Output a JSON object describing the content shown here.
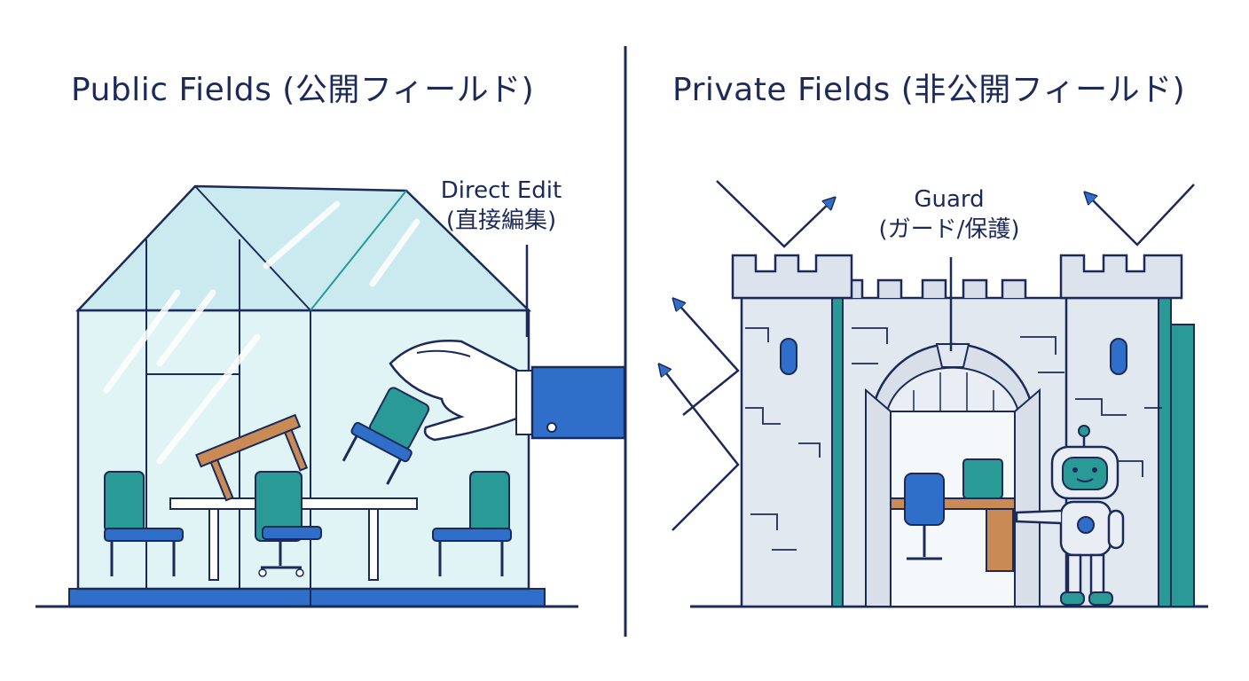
{
  "left_panel": {
    "title": "Public Fields (公開フィールド)",
    "annotation_line1": "Direct Edit",
    "annotation_line2": "(直接編集)"
  },
  "right_panel": {
    "title": "Private Fields (非公開フィールド)",
    "annotation_line1": "Guard",
    "annotation_line2": "(ガード/保護)"
  },
  "colors": {
    "ink": "#1c2a5a",
    "glass": "#cdebf0",
    "teal": "#2a9a96",
    "blue": "#2f6fc9",
    "wood": "#c98a55",
    "stone": "#e2e8f0"
  }
}
